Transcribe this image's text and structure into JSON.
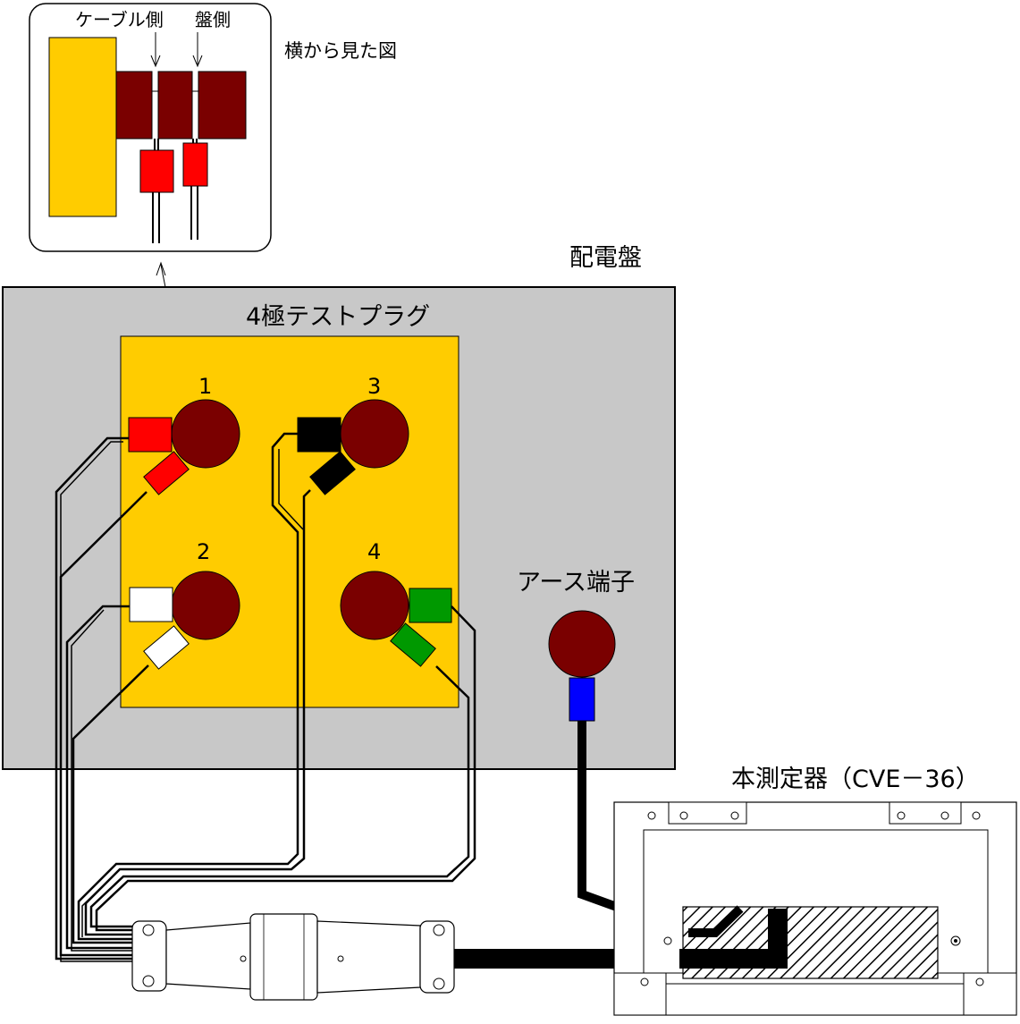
{
  "labels": {
    "side_view": "横から見た図",
    "cable_side": "ケーブル側",
    "panel_side": "盤側",
    "switchboard": "配電盤",
    "test_plug": "4極テストプラグ",
    "earth_terminal": "アース端子",
    "instrument": "本測定器（CVE－36）",
    "terminals": [
      "1",
      "2",
      "3",
      "4"
    ]
  },
  "colors": {
    "panel_gray": "#c8c8c8",
    "plug_yellow": "#ffcc00",
    "terminal_maroon": "#7a0000",
    "red": "#ff0000",
    "white": "#ffffff",
    "black": "#000000",
    "green": "#009900",
    "blue": "#0000ff"
  }
}
